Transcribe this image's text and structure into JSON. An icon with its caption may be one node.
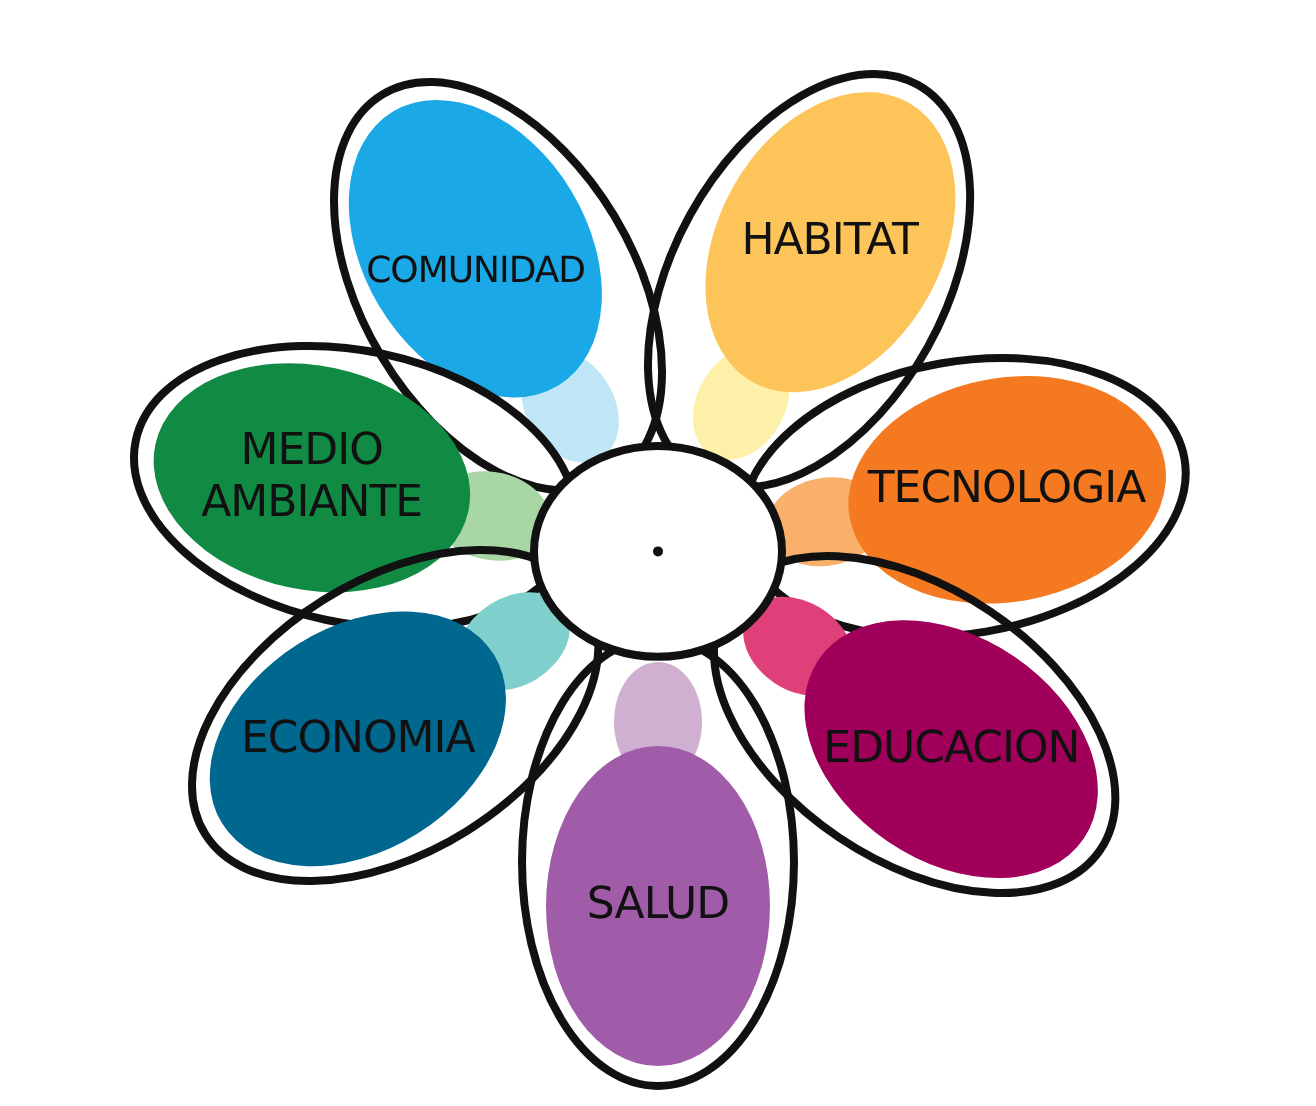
{
  "diagram": {
    "nodes": [
      {
        "text": [
          "COMUNIDAD"
        ]
      },
      {
        "text": [
          "HABITAT"
        ]
      },
      {
        "text": [
          "MEDIO AMBIANTE"
        ]
      },
      {
        "text": [
          "TECNOLOGIA"
        ]
      },
      {
        "text": [],
        "shape": "circle"
      },
      {
        "text": [
          "ECONOMIA"
        ]
      },
      {
        "text": [
          "EDUCACION"
        ]
      },
      {
        "text": [
          "SALUD"
        ]
      }
    ]
  }
}
